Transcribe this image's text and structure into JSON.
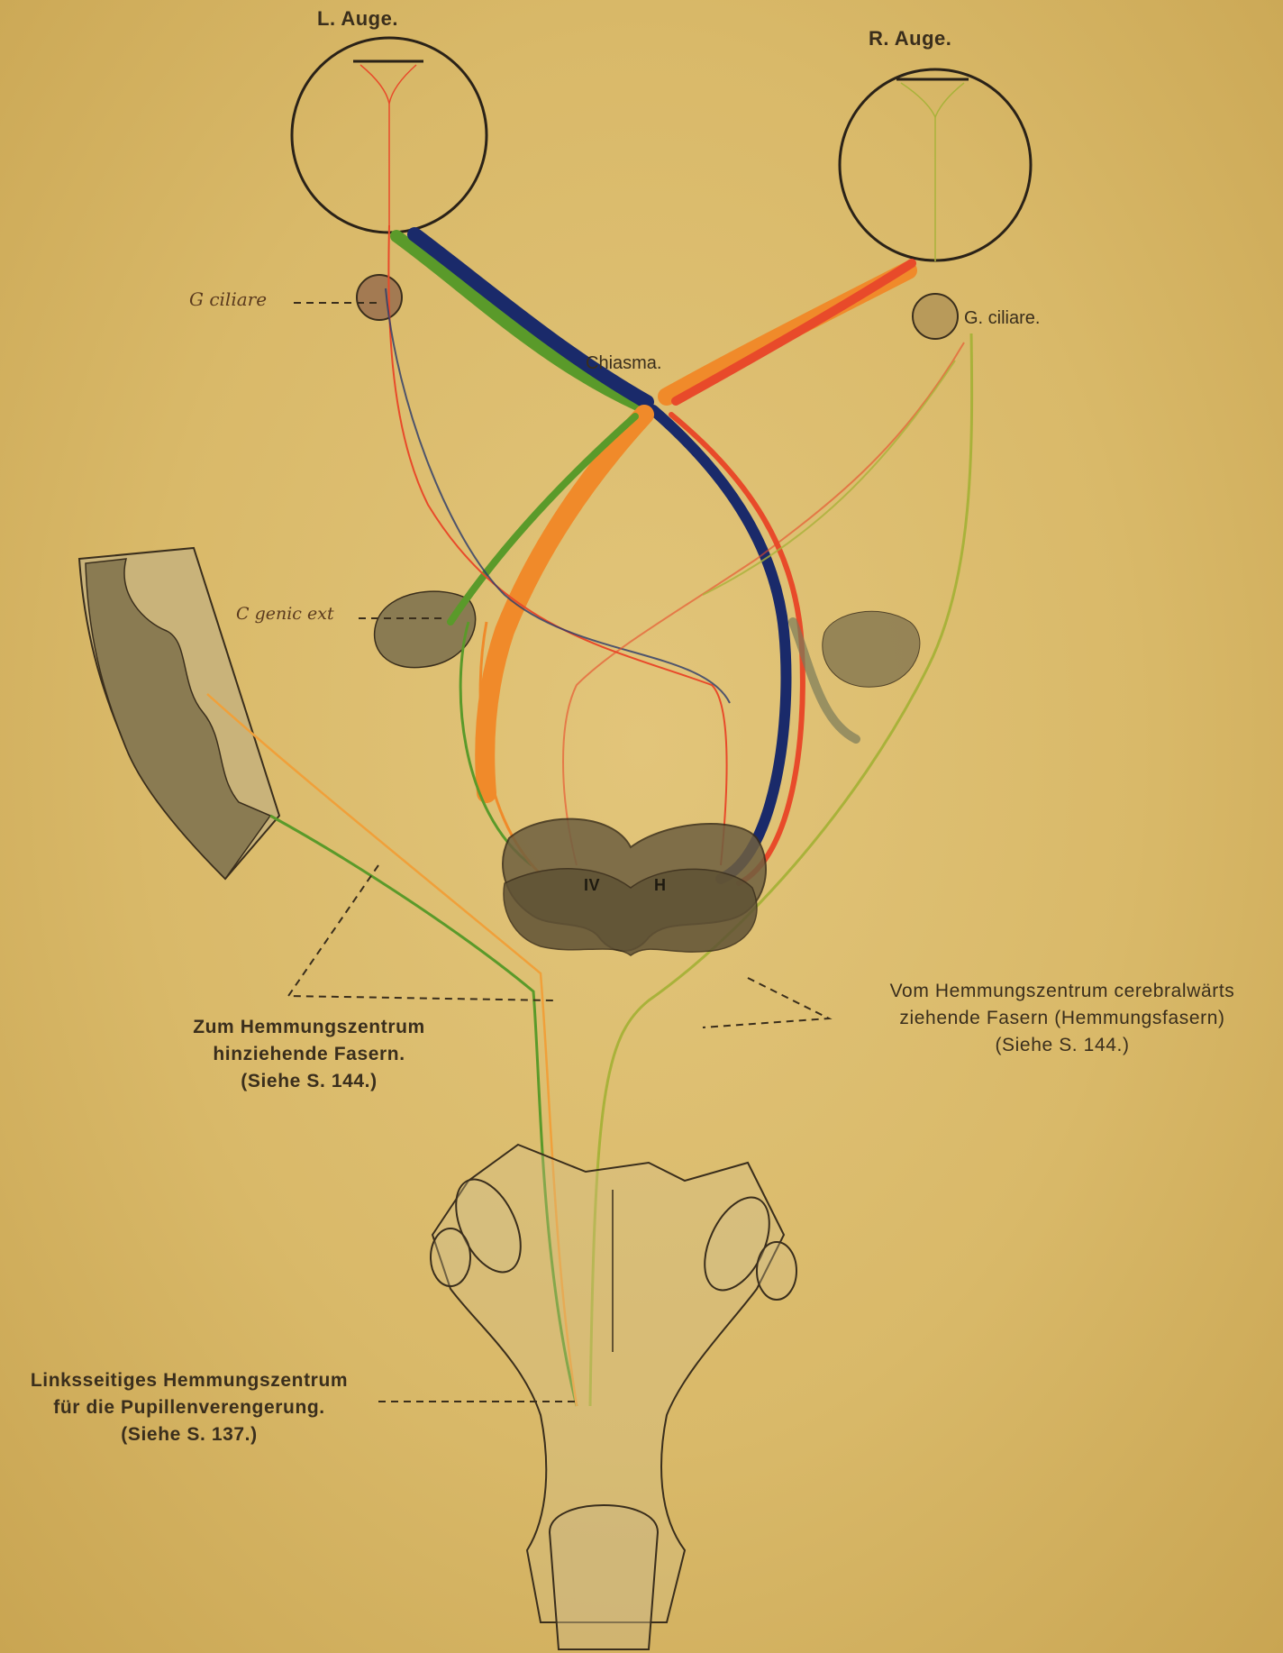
{
  "labels": {
    "left_eye": "L. Auge.",
    "right_eye": "R. Auge.",
    "left_ganglion": "G ciliare",
    "right_ganglion": "G. ciliare.",
    "chiasma": "Chiasma.",
    "geniculate": "C genic ext",
    "nucleus_iv": "IV",
    "nucleus_h": "H"
  },
  "annotations": {
    "afferent": {
      "line1": "Zum Hemmungszentrum",
      "line2": "hinziehende Fasern.",
      "ref": "(Siehe S. 144.)"
    },
    "efferent": {
      "line1": "Vom Hemmungszentrum cerebralwärts",
      "line2": "ziehende Fasern (Hemmungsfasern)",
      "ref": "(Siehe S. 144.)"
    },
    "center": {
      "line1": "Linksseitiges Hemmungszentrum",
      "line2": "für die Pupillenverengerung.",
      "ref": "(Siehe S. 137.)"
    }
  },
  "colors": {
    "paper": "#dcbc6c",
    "ink": "#3a2e1c",
    "blue_tract": "#1a2a6a",
    "green_tract": "#5a9a2a",
    "orange_tract": "#f08a2a",
    "red_tract": "#e84a2a",
    "yellowgreen_fiber": "#a9b23a",
    "grey_matter": "#8a7b52"
  }
}
